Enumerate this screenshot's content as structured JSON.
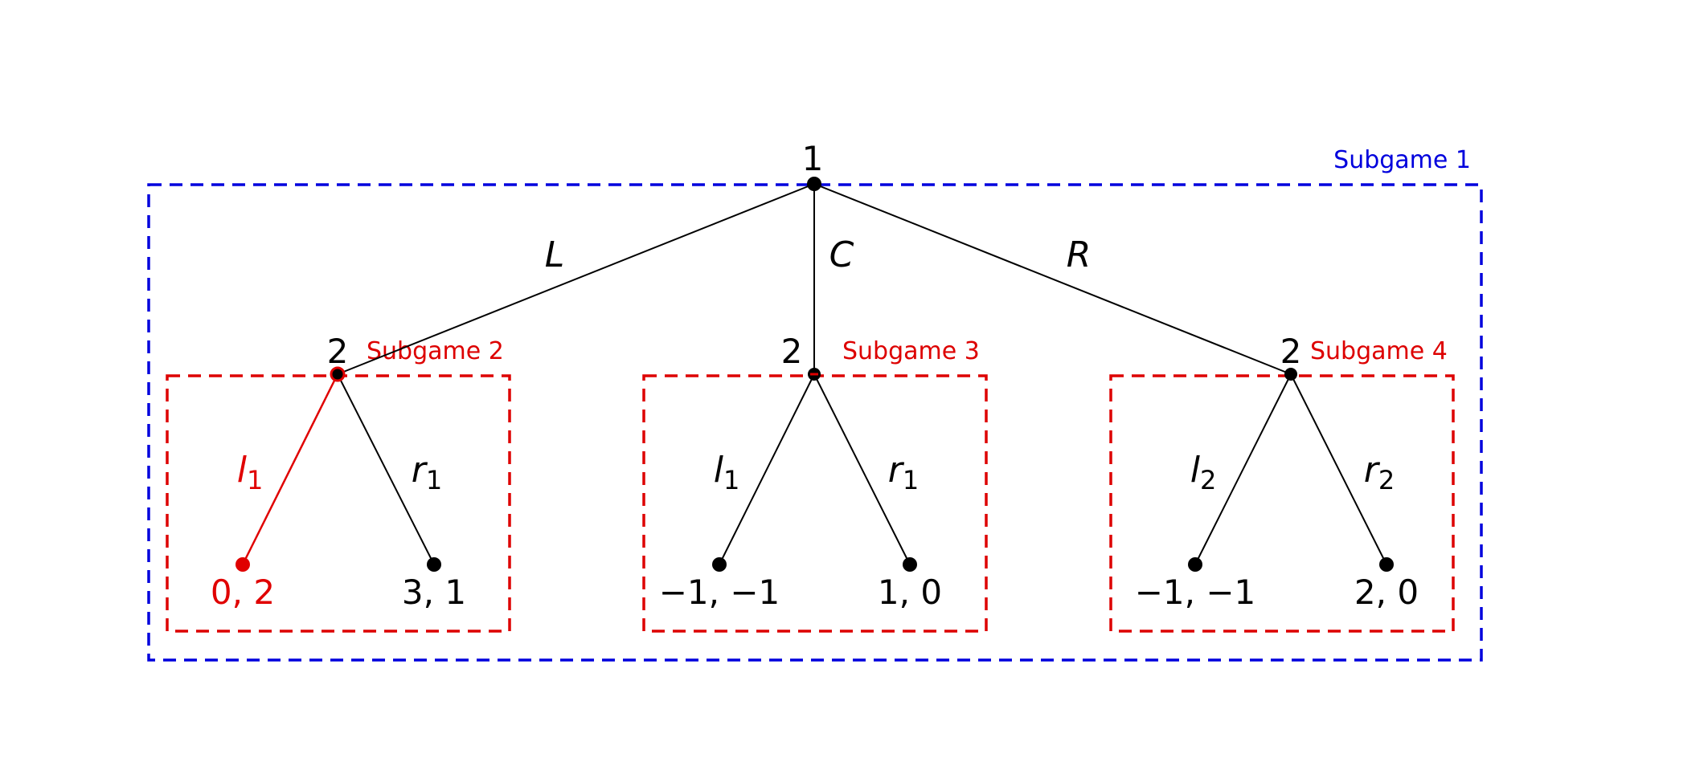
{
  "colors": {
    "outer_box": "#0000dd",
    "subgame_box": "#dd0000",
    "highlight": "#e00000",
    "default": "#000000"
  },
  "subgames": {
    "outer": "Subgame 1",
    "left": "Subgame 2",
    "middle": "Subgame 3",
    "right": "Subgame 4"
  },
  "players": {
    "root": "1",
    "left": "2",
    "middle": "2",
    "right": "2"
  },
  "actions": {
    "root_left": "L",
    "root_middle": "C",
    "root_right": "R",
    "left_left": {
      "base": "l",
      "sub": "1"
    },
    "left_right": {
      "base": "r",
      "sub": "1"
    },
    "middle_left": {
      "base": "l",
      "sub": "1"
    },
    "middle_right": {
      "base": "r",
      "sub": "1"
    },
    "right_left": {
      "base": "l",
      "sub": "2"
    },
    "right_right": {
      "base": "r",
      "sub": "2"
    }
  },
  "payoffs": {
    "left_left": "0, 2",
    "left_right": "3, 1",
    "middle_left": "−1, −1",
    "middle_right": "1, 0",
    "right_left": "−1, −1",
    "right_right": "2, 0"
  },
  "highlighted_path": [
    "left_left"
  ]
}
